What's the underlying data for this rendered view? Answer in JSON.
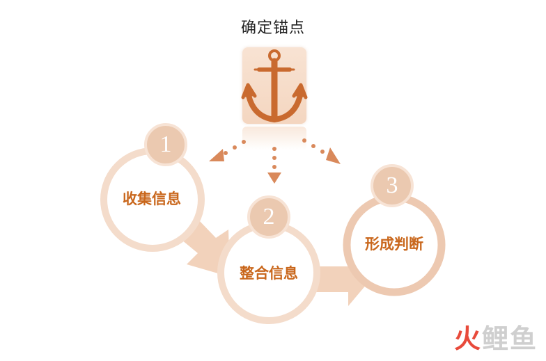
{
  "title": "确定锚点",
  "steps": [
    {
      "num": "1",
      "label": "收集信息"
    },
    {
      "num": "2",
      "label": "整合信息"
    },
    {
      "num": "3",
      "label": "形成判断"
    }
  ],
  "logo": {
    "part1": "火",
    "part2": "鲤鱼"
  },
  "colors": {
    "ring": "#f4dccb",
    "badge": "#ebc9b0",
    "arrow": "#f2d2bb",
    "dots": "#d9895b",
    "label": "#c9671c",
    "anchor": "#c96a2f"
  },
  "icons": [
    "anchor-icon"
  ]
}
